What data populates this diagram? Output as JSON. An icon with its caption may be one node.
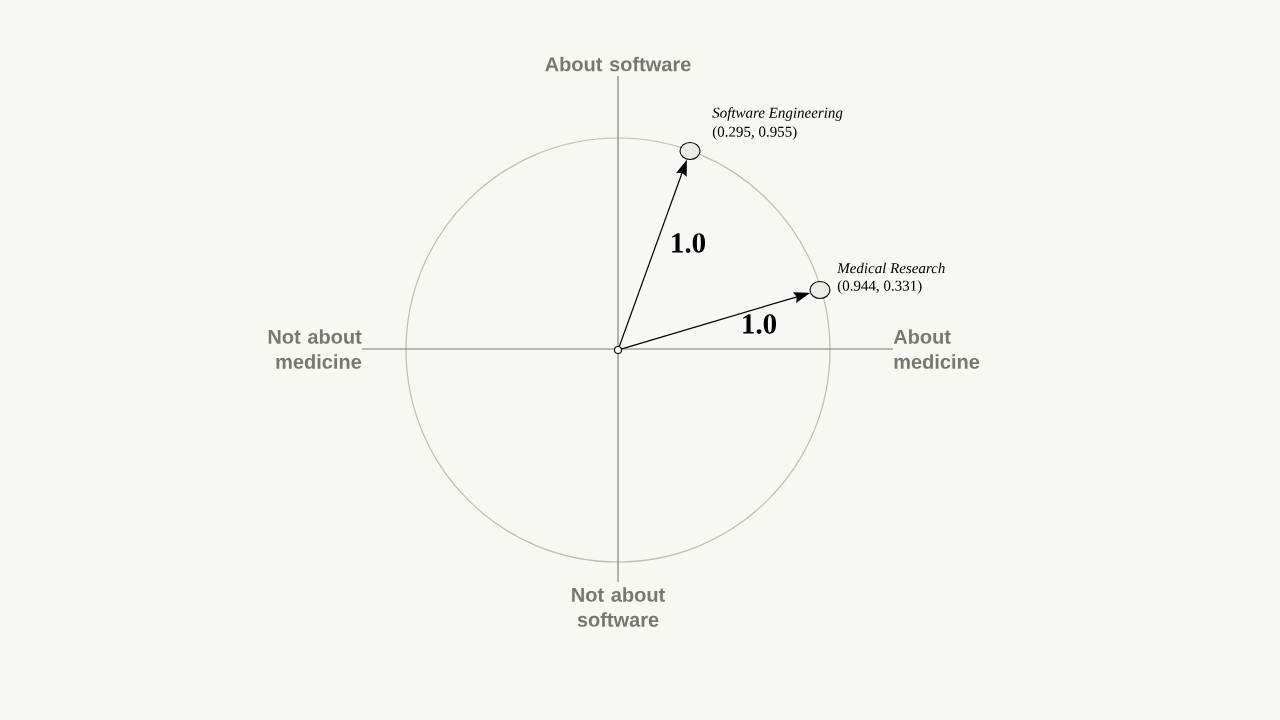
{
  "diagram": {
    "nodes": [
      {
        "text": [],
        "shape": "circle"
      },
      {
        "text": [],
        "shape": "circle",
        "beside": [
          "Software Engineering",
          "(0.295, 0.955)"
        ]
      },
      {
        "text": [],
        "shape": "circle",
        "beside": [
          "Medical Research",
          "(0.944, 0.331)"
        ]
      }
    ],
    "edges": [
      {
        "from": 0,
        "to": 1,
        "arrow": "to",
        "label": "1.0"
      },
      {
        "from": 0,
        "to": 2,
        "arrow": "to",
        "label": "1.0"
      }
    ],
    "labels": [
      "About software",
      "Not about medicine",
      "About medicine",
      "Not about software"
    ]
  }
}
